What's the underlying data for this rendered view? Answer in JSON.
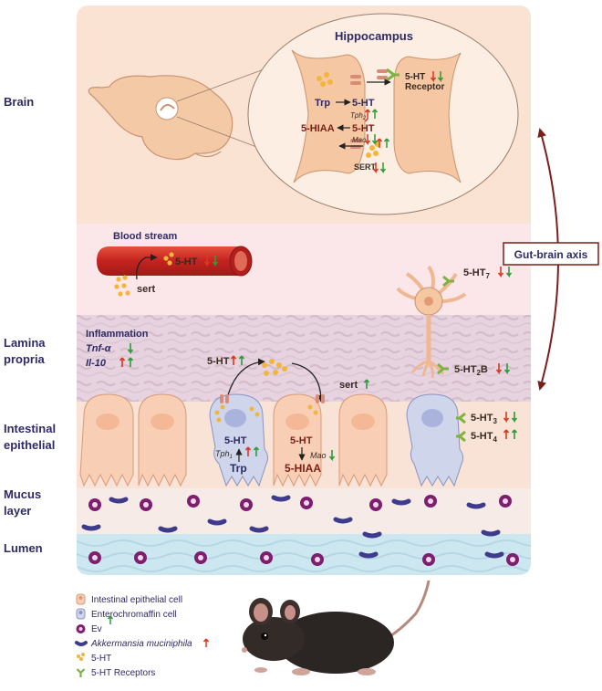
{
  "sections": {
    "brain": "Brain",
    "lamina1": "Lamina",
    "lamina2": "propria",
    "epithelial1": "Intestinal",
    "epithelial2": "epithelial",
    "mucus1": "Mucus",
    "mucus2": "layer",
    "lumen": "Lumen"
  },
  "hippocampus": {
    "title": "Hippocampus",
    "trp": "Trp",
    "five_ht": "5-HT",
    "tph": "Tph",
    "tph_sub": "2",
    "five_hiaa": "5-HIAA",
    "five_ht_2": "5-HT",
    "mao": "Mao",
    "receptor_1": "5-HT",
    "receptor_2": "Receptor",
    "sert": "SERT"
  },
  "blood": {
    "title": "Blood stream",
    "five_ht": "5-HT",
    "sert": "sert"
  },
  "lamina": {
    "inflammation": "Inflammation",
    "tnf": "Tnf-α",
    "il10": "Il-10",
    "five_ht": "5-HT",
    "sert": "sert",
    "ht7": "5-HT",
    "ht7_sub": "7",
    "ht2b": "5-HT",
    "ht2b_sub": "2",
    "ht2b_suffix": "B"
  },
  "epithelium": {
    "five_ht": "5-HT",
    "tph": "Tph",
    "tph_sub": "1",
    "trp": "Trp",
    "five_ht_b": "5-HT",
    "mao": "Mao",
    "five_hiaa": "5-HIAA",
    "ht3": "5-HT",
    "ht3_sub": "3",
    "ht4": "5-HT",
    "ht4_sub": "4"
  },
  "axis_label": "Gut-brain axis",
  "legend": [
    {
      "icon": "epithelial-cell-icon",
      "label": "Intestinal epithelial cell",
      "italic": false
    },
    {
      "icon": "enterochromaffin-cell-icon",
      "label": "Enterochromaffin cell",
      "italic": false
    },
    {
      "icon": "ev-icon",
      "label": "Ev",
      "italic": false
    },
    {
      "icon": "akkermansia-icon",
      "label": "Akkermansia muciniphila",
      "italic": true
    },
    {
      "icon": "serotonin-dots-icon",
      "label": "5-HT",
      "italic": false
    },
    {
      "icon": "receptor-icon",
      "label": "5-HT Receptors",
      "italic": false
    }
  ],
  "colors": {
    "brain_bg": "#fbe3d3",
    "blood_bg": "#fbe6ea",
    "lamina_bg": "#eadbe5",
    "mucus_bg": "#f8ece6",
    "lumen_bg": "#cfe8f0",
    "neuron": "#f6c9a5",
    "vessel": "#cf2a27",
    "cell_orange": "#f8cfb4",
    "cell_blue": "#ccd4ec",
    "ev": "#7d1e6e",
    "akkermansia": "#3e3a8c",
    "serotonin": "#f2b63a",
    "receptor": "#7cb342",
    "axis": "#7a1f1a",
    "up_red": "#d9381e",
    "up_green": "#2e9a3a"
  }
}
